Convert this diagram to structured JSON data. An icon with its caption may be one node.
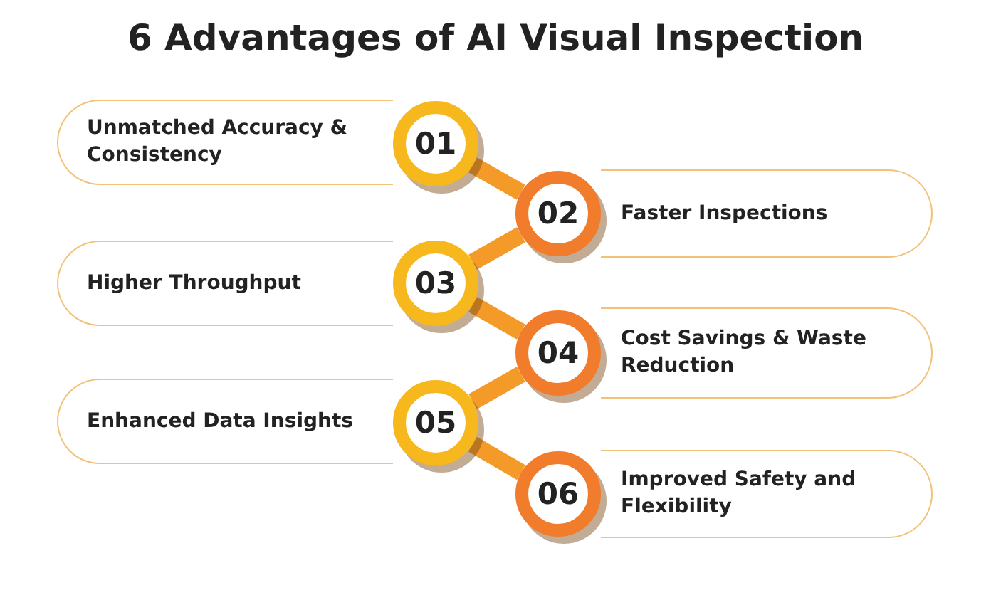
{
  "diagram": {
    "title": "6 Advantages of AI Visual Inspection",
    "nodes": [
      {
        "text": [
          "Unmatched Accuracy & Consistency"
        ]
      },
      {
        "text": [
          "01"
        ]
      },
      {
        "text": [
          "02"
        ]
      },
      {
        "text": [
          "Faster Inspections"
        ]
      },
      {
        "text": [
          "Higher Throughput"
        ]
      },
      {
        "text": [
          "03"
        ]
      },
      {
        "text": [
          "04"
        ]
      },
      {
        "text": [
          "Cost Savings & Waste Reduction"
        ]
      },
      {
        "text": [
          "Enhanced Data Insights"
        ]
      },
      {
        "text": [
          "05"
        ]
      },
      {
        "text": [
          "06"
        ]
      },
      {
        "text": [
          "Improved Safety and Flexibility"
        ]
      }
    ],
    "edges": [
      {
        "from": 1,
        "to": 2,
        "arrow": "none"
      },
      {
        "from": 2,
        "to": 5,
        "arrow": "none"
      },
      {
        "from": 5,
        "to": 6,
        "arrow": "none"
      },
      {
        "from": 6,
        "to": 9,
        "arrow": "none"
      },
      {
        "from": 9,
        "to": 10,
        "arrow": "none"
      }
    ]
  }
}
